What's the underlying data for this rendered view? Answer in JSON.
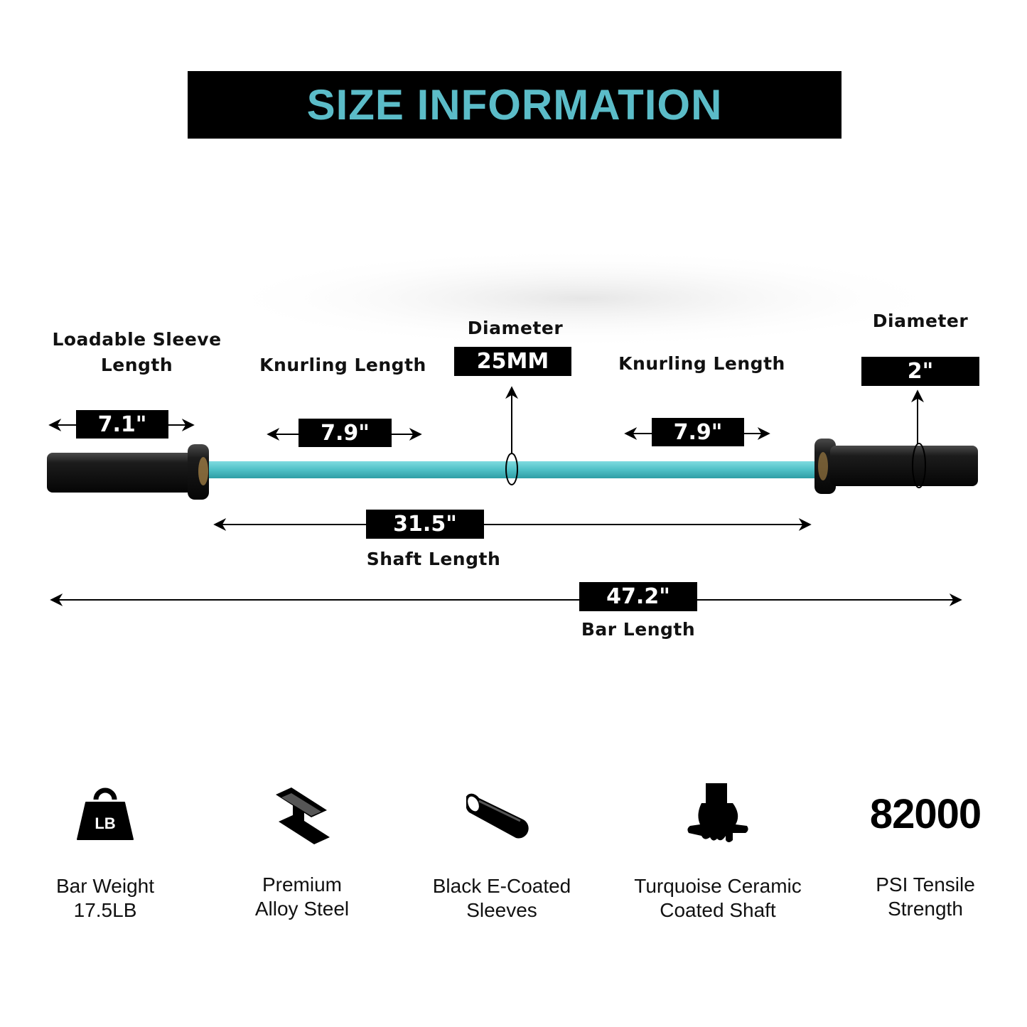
{
  "header": {
    "title": "SIZE INFORMATION",
    "title_color": "#5bbcc8"
  },
  "colors": {
    "shaft": "#56c3c8",
    "sleeve": "#111111"
  },
  "dimensions": {
    "sleeve": {
      "label": "Loadable Sleeve\nLength",
      "value": "7.1\""
    },
    "knurl_left": {
      "label": "Knurling Length",
      "value": "7.9\""
    },
    "shaft_diameter": {
      "label": "Diameter",
      "value": "25MM"
    },
    "knurl_right": {
      "label": "Knurling Length",
      "value": "7.9\""
    },
    "sleeve_diameter": {
      "label": "Diameter",
      "value": "2\""
    },
    "shaft_length": {
      "label": "Shaft Length",
      "value": "31.5\""
    },
    "bar_length": {
      "label": "Bar Length",
      "value": "47.2\""
    }
  },
  "features": [
    {
      "icon": "weight-icon",
      "icon_text": "LB",
      "caption": "Bar Weight\n17.5LB"
    },
    {
      "icon": "steel-beam-icon",
      "caption": "Premium\nAlloy Steel"
    },
    {
      "icon": "sleeve-cylinder-icon",
      "caption": "Black E-Coated\nSleeves"
    },
    {
      "icon": "hand-grip-icon",
      "caption": "Turquoise Ceramic\nCoated Shaft"
    },
    {
      "icon": "number",
      "number": "82000",
      "caption": "PSI Tensile\nStrength"
    }
  ]
}
